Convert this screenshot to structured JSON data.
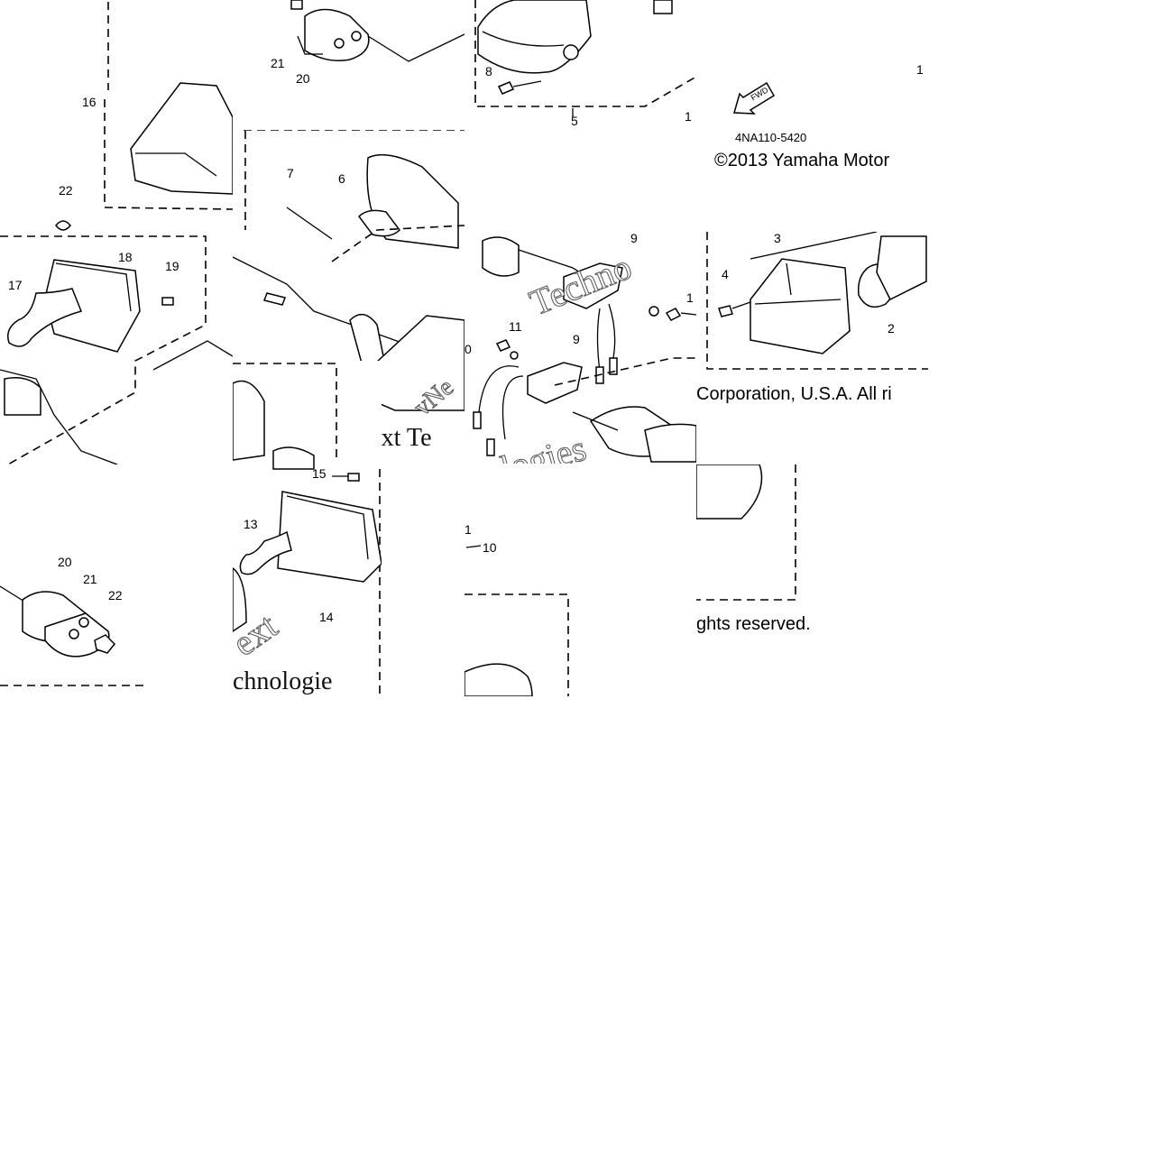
{
  "diagram": {
    "part_code": "4NA110-5420",
    "fwd_label": "FWD",
    "copyright_line1": "©2013 Yamaha Motor",
    "copyright_line2": "Corporation, U.S.A. All ri",
    "copyright_line3": "ghts reserved.",
    "watermark_fragments": [
      "Techno",
      "vNe",
      "vNext Te",
      "ologies",
      "ext",
      "chnologie"
    ],
    "callouts": {
      "t1": [
        "16",
        "22",
        "18",
        "19",
        "17"
      ],
      "t2": [
        "21",
        "20"
      ],
      "t3": [
        "7",
        "6"
      ],
      "t4": [
        "8",
        "5",
        "1",
        "1"
      ],
      "t5": [
        "4NA110-5420"
      ],
      "t6": [
        "9",
        "1",
        "11",
        "0",
        "9",
        "1",
        "10"
      ],
      "t7": [
        "3",
        "4",
        "2"
      ],
      "t8": [
        "20",
        "21",
        "22"
      ],
      "t9": [
        "15",
        "13",
        "14"
      ]
    }
  }
}
